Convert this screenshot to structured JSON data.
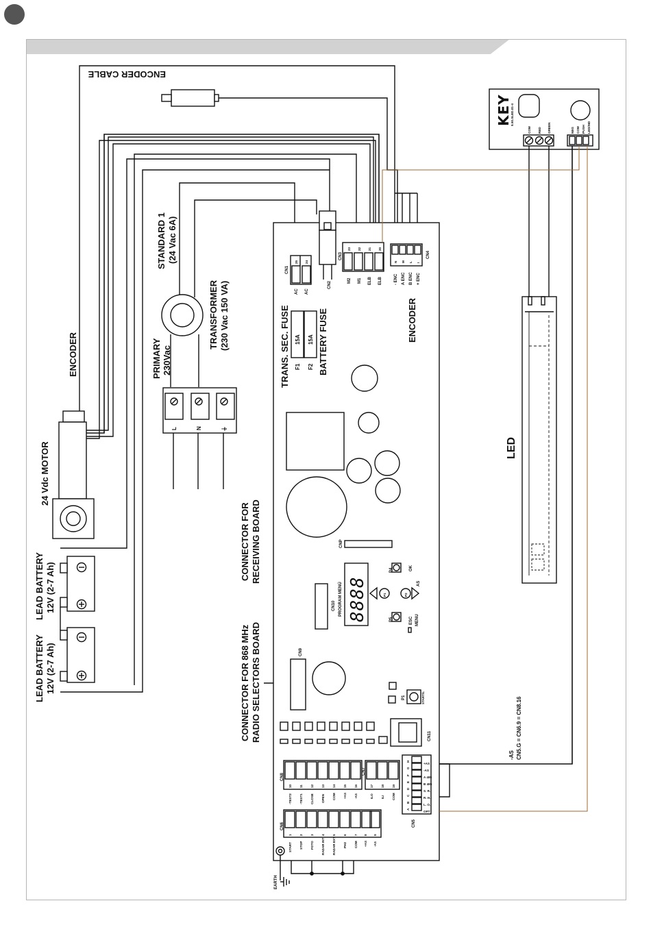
{
  "header": {
    "band_color": "#d2d2d2",
    "frame_color": "#b5b5b5"
  },
  "colors": {
    "wire": "#111111",
    "signal_wire": "#a06a32",
    "board_fill": "#ffffff"
  },
  "labels": {
    "encoder_cable": "ENCODER CABLE",
    "encoder": "ENCODER",
    "motor": "24 Vdc MOTOR",
    "battery1_title": "LEAD BATTERY",
    "battery1_spec": "12V (2-7 Ah)",
    "battery2_title": "LEAD BATTERY",
    "battery2_spec": "12V (2-7 Ah)",
    "standard1_title": "STANDARD 1",
    "standard1_spec": "(24 Vac 6A)",
    "transformer_title": "TRANSFORMER",
    "transformer_spec": "(230 Vac 150 VA)",
    "primary_title": "PRIMARY",
    "primary_spec": "230Vac",
    "trans_fuse": "TRANS. SEC. FUSE",
    "battery_fuse": "BATTERY FUSE",
    "encoder_board": "ENCODER",
    "conn_receiving_1": "CONNECTOR FOR",
    "conn_receiving_2": "RECEIVING BOARD",
    "conn_radio_1": "CONNECTOR FOR 868 MHz",
    "conn_radio_2": "RADIO SELECTORS BOARD",
    "led": "LED",
    "as_title": "-AS",
    "as_eq": "CN5.G = CN6.9 = CN8.16",
    "earth": "EARTH",
    "program_menu": "PROGRAM MENÚ",
    "key_brand": "KEY",
    "key_model": "8.50.SLED.01-4",
    "display_digits": "8888"
  },
  "mains_terminals": [
    "L",
    "N",
    "⏚"
  ],
  "fuses": [
    {
      "id": "F1",
      "value": "15A"
    },
    {
      "id": "F2",
      "value": "15A"
    }
  ],
  "connectors": {
    "cn1": {
      "name": "CN1",
      "pins": [
        "25",
        "24"
      ],
      "labels": [
        "AC",
        "AC"
      ]
    },
    "cn2": "CN2",
    "cn3": {
      "name": "CN3",
      "pins": [
        "23",
        "22",
        "21",
        "20"
      ],
      "labels": [
        "M2",
        "M1",
        "ELB",
        "ELB"
      ]
    },
    "cn4": {
      "name": "CN4",
      "pins": [
        "N",
        "M",
        "L",
        "I"
      ],
      "labels": [
        "- ENC",
        "A ENC",
        "B ENC",
        "+ ENC"
      ]
    },
    "cnp": "CNP",
    "cn9": "CN9",
    "cn10": "CN10",
    "cn11": "CN11",
    "cn8": {
      "name": "CN8",
      "pins": [
        "10",
        "11",
        "12",
        "13",
        "14",
        "15",
        "16"
      ],
      "labels": [
        "-TEST2",
        "-TEST1",
        "CLOSE",
        "OPEN",
        "COM",
        "+AS",
        "-AS"
      ]
    },
    "cn7": {
      "name": "CN7",
      "pins": [
        "17",
        "18",
        "19"
      ],
      "labels": [
        "ILO",
        "ILI",
        "COM"
      ]
    },
    "cn6": {
      "name": "CN6",
      "pins": [
        "1",
        "2",
        "3",
        "4",
        "5",
        "6",
        "7",
        "8",
        "9"
      ],
      "labels": [
        "START",
        "STOP",
        "FOTO",
        "RADAR INT",
        "RADAR EXT",
        "PH2",
        "COM",
        "+AS",
        "-AS"
      ]
    },
    "cn5": {
      "name": "CN5",
      "pins": [
        "A",
        "B",
        "C",
        "D",
        "E",
        "F",
        "G",
        "H"
      ],
      "labels": [
        "OPT",
        "L. O.",
        "R. H.",
        "S. R.",
        "B 485",
        "A 485",
        "-AS",
        "+AS"
      ]
    }
  },
  "buttons": {
    "p4": {
      "id": "P4",
      "label": "OK"
    },
    "p5": {
      "id": "P5",
      "label1": "ESC",
      "label2": "MENU"
    },
    "p1": {
      "id": "P1",
      "label": "START/L"
    },
    "nav1": "P1",
    "nav2": "P2",
    "as_marker": "AS"
  },
  "key_module": {
    "terminals": [
      "COM",
      "RED",
      "GREEN",
      "NEG",
      "COM",
      "PUSH",
      "LED/IND"
    ]
  }
}
